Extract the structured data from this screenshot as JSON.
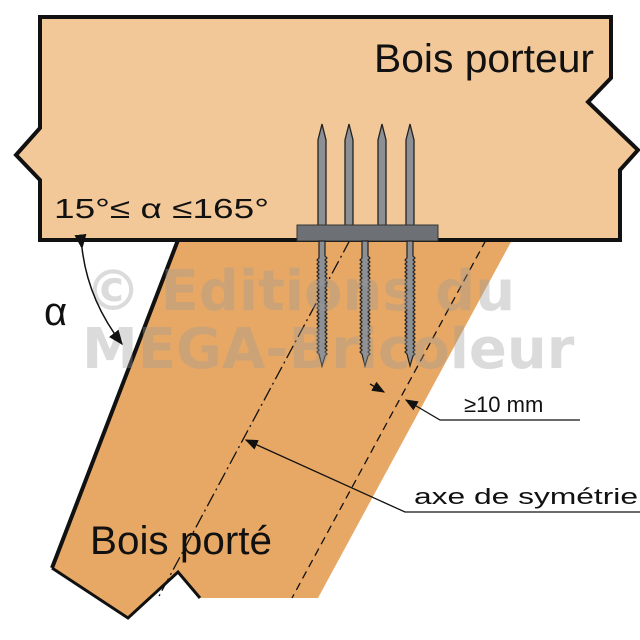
{
  "labels": {
    "top_beam": "Bois porteur",
    "bottom_beam": "Bois porté",
    "angle_range": "15°≤ α ≤165°",
    "angle_symbol": "α",
    "edge_distance": "≥10 mm",
    "symmetry_axis": "axe de symétrie"
  },
  "watermark": {
    "line1": "© Editions du",
    "line2": "MEGA-Bricoleur"
  },
  "colors": {
    "top_beam": "#f3c898",
    "bottom_beam": "#e8a865",
    "nail": "#8c8f93",
    "plate": "#6d7075",
    "outline": "#111111"
  }
}
